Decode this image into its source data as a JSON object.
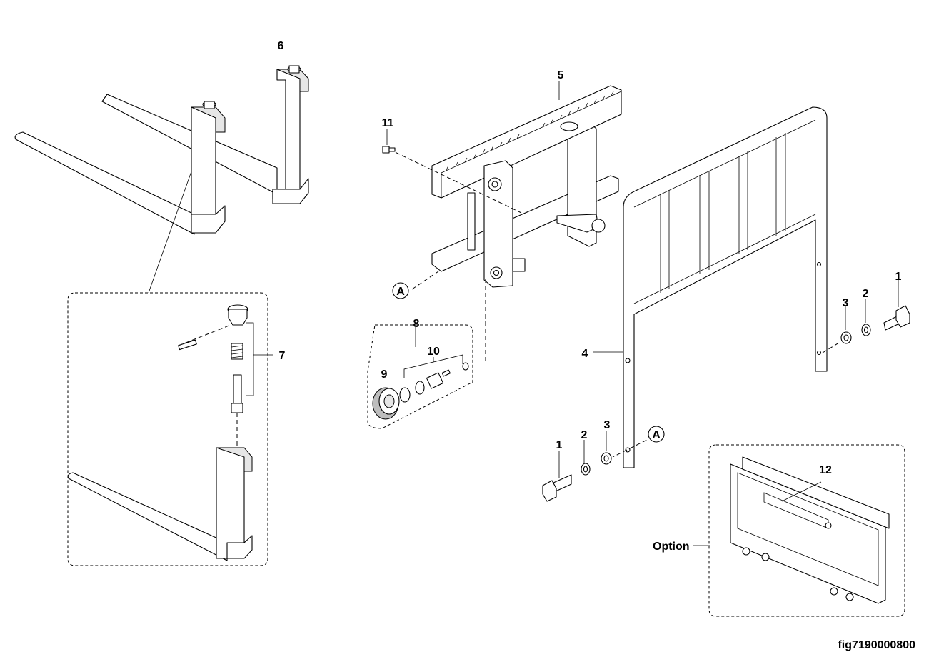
{
  "diagram": {
    "figure_id": "fig7190000800",
    "callouts": {
      "c1a": "1",
      "c1b": "1",
      "c2a": "2",
      "c2b": "2",
      "c3a": "3",
      "c3b": "3",
      "c4": "4",
      "c5": "5",
      "c6": "6",
      "c7": "7",
      "c8": "8",
      "c9": "9",
      "c10": "10",
      "c11": "11",
      "c12": "12"
    },
    "ref_markers": {
      "a1": "A",
      "a2": "A"
    },
    "option_label": "Option"
  }
}
